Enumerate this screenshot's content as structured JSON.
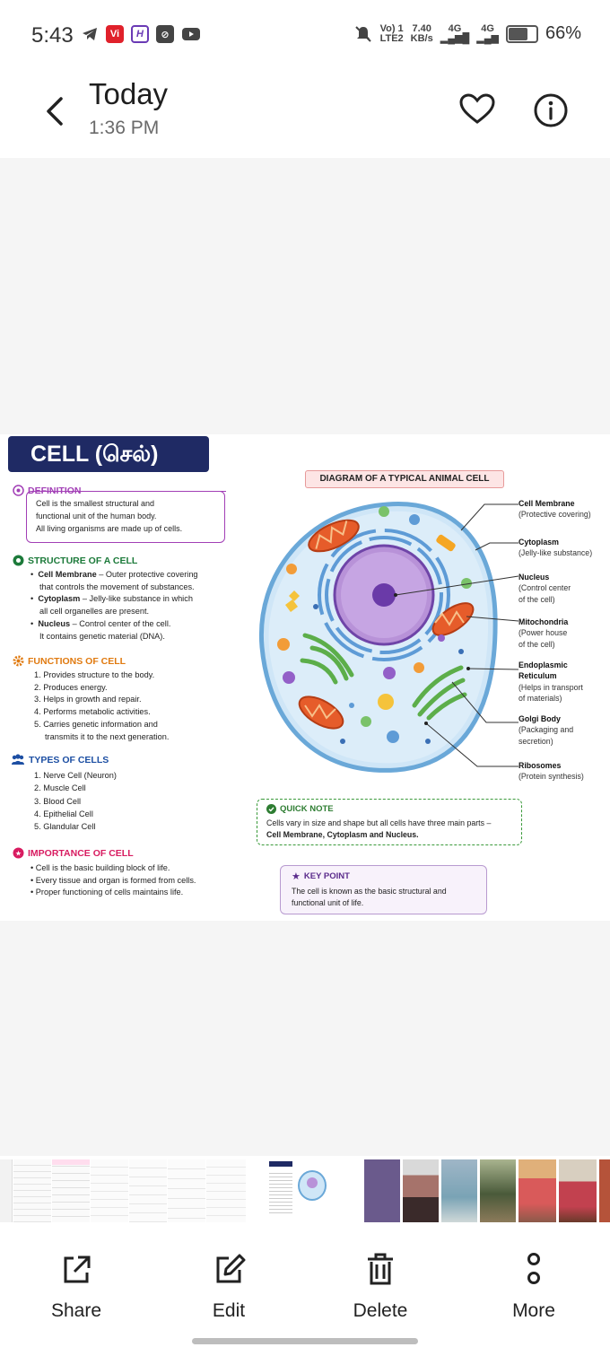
{
  "status_bar": {
    "time": "5:43",
    "network_top": "Vo) 1",
    "network_bottom": "LTE2",
    "speed_top": "7.40",
    "speed_bottom": "KB/s",
    "sig1": "4G",
    "sig2": "4G",
    "battery_pct": "66%",
    "battery_level": 0.66,
    "app_icons": [
      "telegram-icon",
      "vi-icon",
      "h-app-icon",
      "app-icon",
      "youtube-icon"
    ]
  },
  "header": {
    "title": "Today",
    "subtitle": "1:36 PM"
  },
  "infographic": {
    "title": "CELL (செல்)",
    "definition": {
      "heading": "DEFINITION",
      "lines": [
        "Cell is the smallest structural and",
        "functional unit of the human body.",
        "All living organisms are made up of cells."
      ]
    },
    "structure": {
      "heading": "STRUCTURE OF A CELL",
      "items": [
        {
          "term": "Cell Membrane",
          "line1": " – Outer protective covering",
          "line2": "that controls the movement of substances."
        },
        {
          "term": "Cytoplasm",
          "line1": " – Jelly-like substance in which",
          "line2": "all cell organelles are present."
        },
        {
          "term": "Nucleus",
          "line1": " – Control center of the cell.",
          "line2": "It contains genetic material (DNA)."
        }
      ]
    },
    "functions": {
      "heading": "FUNCTIONS OF CELL",
      "lines": [
        "1.  Provides structure to the body.",
        "2.  Produces energy.",
        "3.  Helps in growth and repair.",
        "4.  Performs metabolic activities.",
        "5.  Carries genetic information and",
        "     transmits it to the next generation."
      ]
    },
    "types": {
      "heading": "TYPES OF CELLS",
      "lines": [
        "1.   Nerve Cell (Neuron)",
        "2.   Muscle Cell",
        "3.   Blood Cell",
        "4.   Epithelial Cell",
        "5.   Glandular Cell"
      ]
    },
    "importance": {
      "heading": "IMPORTANCE OF CELL",
      "lines": [
        "•  Cell is the basic building block of life.",
        "•  Every tissue and organ is formed from cells.",
        "•  Proper functioning of cells maintains life."
      ]
    },
    "diagram_title": "DIAGRAM OF A TYPICAL ANIMAL CELL",
    "labels": [
      {
        "title": "Cell Membrane",
        "desc": [
          "(Protective covering)"
        ]
      },
      {
        "title": "Cytoplasm",
        "desc": [
          "(Jelly-like substance)"
        ]
      },
      {
        "title": "Nucleus",
        "desc": [
          "(Control center",
          "of the cell)"
        ]
      },
      {
        "title": "Mitochondria",
        "desc": [
          "(Power house",
          "of the cell)"
        ]
      },
      {
        "title": "Endoplasmic",
        "desc": [
          "Reticulum",
          "(Helps in transport",
          "of materials)"
        ]
      },
      {
        "title": "Golgi Body",
        "desc": [
          "(Packaging and",
          "secretion)"
        ]
      },
      {
        "title": "Ribosomes",
        "desc": [
          "(Protein synthesis)"
        ]
      }
    ],
    "quick_note": {
      "heading": "QUICK NOTE",
      "line1": "Cells vary in size and shape but all cells have three main parts –",
      "line2": "Cell Membrane, Cytoplasm and Nucleus."
    },
    "key_point": {
      "heading": "KEY POINT",
      "line1": "The cell is known as the basic structural and",
      "line2": "functional unit of life."
    }
  },
  "actions": {
    "share": "Share",
    "edit": "Edit",
    "delete": "Delete",
    "more": "More"
  },
  "colors": {
    "title_navy": "#1f2a64",
    "definition": "#a23fb6",
    "structure": "#1c7a3a",
    "functions": "#e07a10",
    "types": "#1d4fa3",
    "importance": "#d81b60",
    "quick_note": "#2e7d32",
    "key_point": "#5b2c8c"
  }
}
